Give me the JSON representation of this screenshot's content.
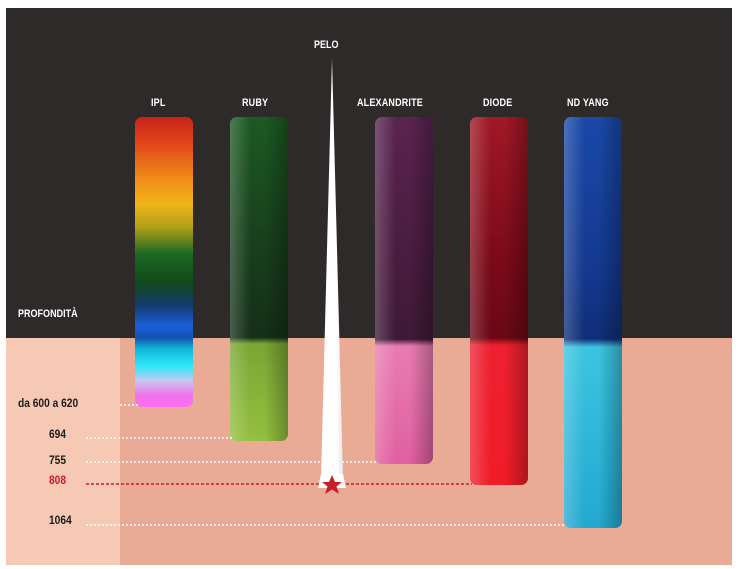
{
  "hair": {
    "label": "PELO"
  },
  "depth": {
    "label": "PROFONDITÀ"
  },
  "lasers": [
    {
      "name": "IPL"
    },
    {
      "name": "RUBY"
    },
    {
      "name": "ALEXANDRITE"
    },
    {
      "name": "DIODE"
    },
    {
      "name": "ND YANG"
    }
  ],
  "wavelengths": [
    {
      "label": "da 600 a 620",
      "color": "#1c1c1c"
    },
    {
      "label": "694",
      "color": "#1c1c1c"
    },
    {
      "label": "755",
      "color": "#1c1c1c"
    },
    {
      "label": "808",
      "color": "#c81e28"
    },
    {
      "label": "1064",
      "color": "#1c1c1c"
    }
  ],
  "colors": {
    "background_dark": "#2e2a29",
    "skin": "#e9aa96",
    "highlight": "#c81e28"
  },
  "icons": {
    "target": "star-icon"
  }
}
